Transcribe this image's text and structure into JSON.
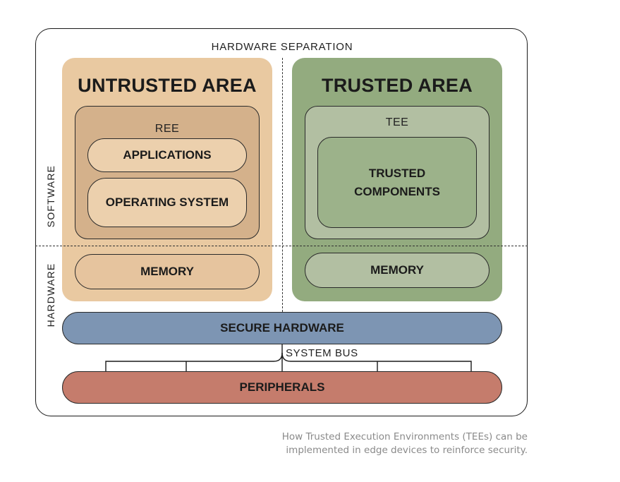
{
  "diagram": {
    "separator_label": "HARDWARE SEPARATION",
    "side_labels": {
      "software": "SOFTWARE",
      "hardware": "HARDWARE"
    },
    "untrusted": {
      "title": "UNTRUSTED AREA",
      "env_label": "REE",
      "applications": "APPLICATIONS",
      "os": "OPERATING SYSTEM",
      "memory": "MEMORY",
      "color": "#e9c9a1"
    },
    "trusted": {
      "title": "TRUSTED AREA",
      "env_label": "TEE",
      "components_line1": "TRUSTED",
      "components_line2": "COMPONENTS",
      "memory": "MEMORY",
      "color": "#93ab7f"
    },
    "secure_hardware": {
      "label": "SECURE HARDWARE",
      "color": "#7d95b3"
    },
    "system_bus": "SYSTEM BUS",
    "peripherals": {
      "label": "PERIPHERALS",
      "color": "#c57c6c"
    }
  },
  "caption": {
    "line1": "How Trusted Execution Environments (TEEs) can be",
    "line2": "implemented in edge devices to reinforce security."
  }
}
